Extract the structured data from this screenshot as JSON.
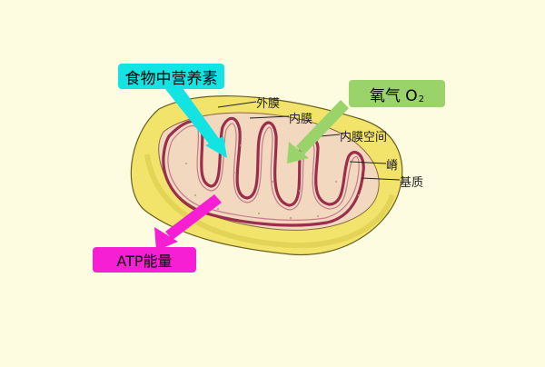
{
  "callouts": {
    "food": "食物中营养素",
    "oxygen": "氧气 O",
    "oxygen_sub": "2",
    "atp": "ATP能量"
  },
  "labels": {
    "outer_membrane": "外膜",
    "inner_membrane": "内膜",
    "intermembrane_space": "内膜空间",
    "crista": "嵴",
    "matrix": "基质"
  },
  "colors": {
    "background": "#fdfbe0",
    "food_box": "#14e3e3",
    "oxygen_box": "#9ad36a",
    "atp_box": "#f61fd4",
    "outer_membrane": "#f2e46a",
    "matrix": "#f1d8bf",
    "crista_line": "#9b2e4a"
  }
}
